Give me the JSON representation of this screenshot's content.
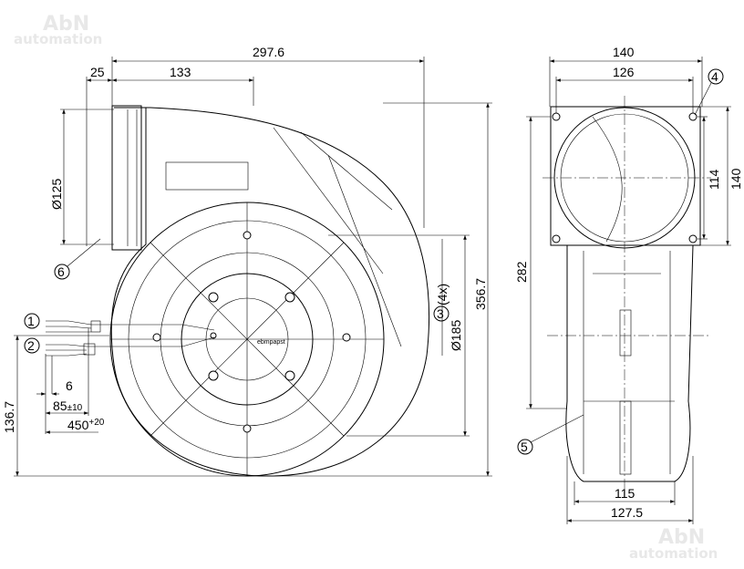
{
  "watermark": {
    "line1": "AbN",
    "line2": "automation"
  },
  "side_view": {
    "dims": {
      "overall_width": "297.6",
      "inlet_offset": "25",
      "outlet_width": "133",
      "outlet_diameter": "Ø125",
      "overall_height": "356.7",
      "hub_diameter": "Ø185",
      "hole_count": "(4x)",
      "axis_height": "136.7",
      "strip_length": "6",
      "sleeve_length": "85",
      "sleeve_tol": "±10",
      "lead_length": "450",
      "lead_tol": "+20"
    },
    "callouts": [
      "1",
      "2",
      "3",
      "6"
    ],
    "brand_label": "ebmpapst"
  },
  "front_view": {
    "dims": {
      "flange_width": "140",
      "hole_spacing_x": "126",
      "hole_spacing_y": "114",
      "flange_height": "140",
      "overall_height": "282",
      "base_width": "115",
      "overall_depth": "127.5"
    },
    "callouts": [
      "4",
      "5"
    ]
  }
}
